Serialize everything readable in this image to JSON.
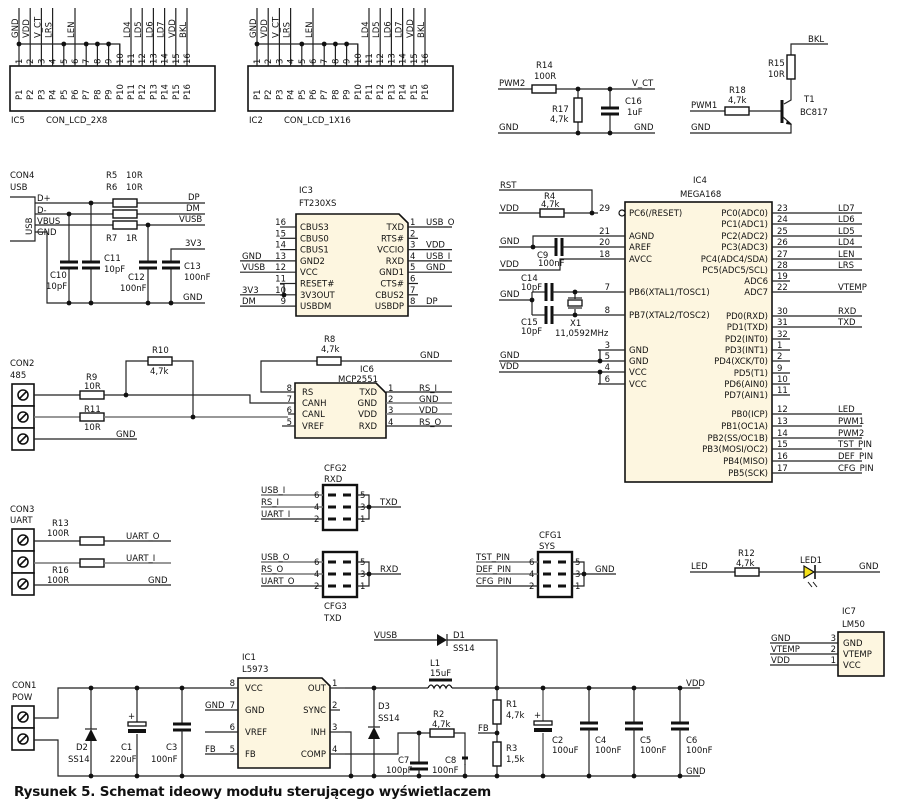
{
  "figure": {
    "caption": "Rysunek 5. Schemat ideowy modułu sterującego wyświetlaczem"
  },
  "ic5": {
    "ref": "IC5",
    "name": "CON_LCD_2X8",
    "nets": [
      "GND",
      "VDD",
      "V_CT",
      "LRS",
      "",
      "LEN",
      "",
      "",
      "",
      "",
      "LD4",
      "LD5",
      "LD6",
      "LD7",
      "VDD",
      "BKL"
    ],
    "pin_numbers": [
      "1",
      "2",
      "3",
      "4",
      "5",
      "6",
      "7",
      "8",
      "9",
      "10",
      "11",
      "12",
      "13",
      "14",
      "15",
      "16"
    ],
    "pin_names": [
      "P1",
      "P2",
      "P3",
      "P4",
      "P5",
      "P6",
      "P7",
      "P8",
      "P9",
      "P10",
      "P11",
      "P12",
      "P13",
      "P14",
      "P15",
      "P16"
    ]
  },
  "ic2": {
    "ref": "IC2",
    "name": "CON_LCD_1X16",
    "nets": [
      "GND",
      "VDD",
      "V_CT",
      "LRS",
      "",
      "LEN",
      "",
      "",
      "",
      "",
      "LD4",
      "LD5",
      "LD6",
      "LD7",
      "VDD",
      "BKL"
    ],
    "pin_numbers": [
      "1",
      "2",
      "3",
      "4",
      "5",
      "6",
      "7",
      "8",
      "9",
      "10",
      "11",
      "12",
      "13",
      "14",
      "15",
      "16"
    ],
    "pin_names": [
      "P1",
      "P2",
      "P3",
      "P4",
      "P5",
      "P6",
      "P7",
      "P8",
      "P9",
      "P10",
      "P11",
      "P12",
      "P13",
      "P14",
      "P15",
      "P16"
    ]
  },
  "contrast": {
    "r14": {
      "ref": "R14",
      "value": "100R"
    },
    "r17": {
      "ref": "R17",
      "value": "4,7k"
    },
    "c16": {
      "ref": "C16",
      "value": "1uF"
    },
    "net_in": "PWM2",
    "net_out": "V_CT",
    "gnd_left": "GND",
    "gnd_right": "GND"
  },
  "backlight": {
    "r15": {
      "ref": "R15",
      "value": "10R"
    },
    "r18": {
      "ref": "R18",
      "value": "4,7k"
    },
    "t1": {
      "ref": "T1",
      "value": "BC817"
    },
    "net_bkl": "BKL",
    "net_in": "PWM1",
    "gnd": "GND"
  },
  "usb": {
    "con4": {
      "ref": "CON4",
      "label": "USB",
      "body": "USB",
      "pins": [
        "D+",
        "D-",
        "VBUS",
        "GND"
      ]
    },
    "r5": {
      "ref": "R5",
      "value": "10R"
    },
    "r6": {
      "ref": "R6",
      "value": "10R"
    },
    "r7": {
      "ref": "R7",
      "value": "1R"
    },
    "c10": {
      "ref": "C10",
      "value": "10pF"
    },
    "c11": {
      "ref": "C11",
      "value": "10pF"
    },
    "c12": {
      "ref": "C12",
      "value": "100nF"
    },
    "c13": {
      "ref": "C13",
      "value": "100nF"
    },
    "nets": {
      "dp": "DP",
      "dm": "DM",
      "vusb": "VUSB",
      "v33": "3V3",
      "gnd": "GND"
    }
  },
  "ic3": {
    "ref": "IC3",
    "name": "FT230XS",
    "left_pins": [
      {
        "num": "16",
        "name": "CBUS3",
        "net": ""
      },
      {
        "num": "15",
        "name": "CBUS0",
        "net": ""
      },
      {
        "num": "14",
        "name": "CBUS1",
        "net": ""
      },
      {
        "num": "13",
        "name": "GND2",
        "net": "GND"
      },
      {
        "num": "12",
        "name": "VCC",
        "net": "VUSB"
      },
      {
        "num": "11",
        "name": "RESET#",
        "net": ""
      },
      {
        "num": "10",
        "name": "3V3OUT",
        "net": "3V3"
      },
      {
        "num": "9",
        "name": "USBDM",
        "net": "DM"
      }
    ],
    "right_pins": [
      {
        "num": "1",
        "name": "TXD",
        "net": "USB_O"
      },
      {
        "num": "2",
        "name": "RTS#",
        "net": ""
      },
      {
        "num": "3",
        "name": "VCCIO",
        "net": "VDD"
      },
      {
        "num": "4",
        "name": "RXD",
        "net": "USB_I"
      },
      {
        "num": "5",
        "name": "GND1",
        "net": "GND"
      },
      {
        "num": "6",
        "name": "CTS#",
        "net": ""
      },
      {
        "num": "7",
        "name": "CBUS2",
        "net": ""
      },
      {
        "num": "8",
        "name": "USBDP",
        "net": "DP"
      }
    ]
  },
  "ic4": {
    "ref": "IC4",
    "name": "MEGA168",
    "left_pins": [
      {
        "num": "29",
        "name": "PC6(/RESET)",
        "net": ""
      },
      {
        "num": "21",
        "name": "AGND",
        "net": ""
      },
      {
        "num": "20",
        "name": "AREF",
        "net": ""
      },
      {
        "num": "18",
        "name": "AVCC",
        "net": ""
      },
      {
        "num": "7",
        "name": "PB6(XTAL1/TOSC1)",
        "net": ""
      },
      {
        "num": "8",
        "name": "PB7(XTAL2/TOSC2)",
        "net": ""
      },
      {
        "num": "3",
        "name": "GND",
        "net": ""
      },
      {
        "num": "5",
        "name": "GND",
        "net": ""
      },
      {
        "num": "4",
        "name": "VCC",
        "net": ""
      },
      {
        "num": "6",
        "name": "VCC",
        "net": ""
      }
    ],
    "right_pins": [
      {
        "num": "23",
        "name": "PC0(ADC0)",
        "net": "LD7"
      },
      {
        "num": "24",
        "name": "PC1(ADC1)",
        "net": "LD6"
      },
      {
        "num": "25",
        "name": "PC2(ADC2)",
        "net": "LD5"
      },
      {
        "num": "26",
        "name": "PC3(ADC3)",
        "net": "LD4"
      },
      {
        "num": "27",
        "name": "PC4(ADC4/SDA)",
        "net": "LEN"
      },
      {
        "num": "28",
        "name": "PC5(ADC5/SCL)",
        "net": "LRS"
      },
      {
        "num": "19",
        "name": "ADC6",
        "net": ""
      },
      {
        "num": "22",
        "name": "ADC7",
        "net": "VTEMP"
      },
      {
        "num": "30",
        "name": "PD0(RXD)",
        "net": "RXD"
      },
      {
        "num": "31",
        "name": "PD1(TXD)",
        "net": "TXD"
      },
      {
        "num": "32",
        "name": "PD2(INT0)",
        "net": ""
      },
      {
        "num": "1",
        "name": "PD3(INT1)",
        "net": ""
      },
      {
        "num": "2",
        "name": "PD4(XCK/T0)",
        "net": ""
      },
      {
        "num": "9",
        "name": "PD5(T1)",
        "net": ""
      },
      {
        "num": "10",
        "name": "PD6(AIN0)",
        "net": ""
      },
      {
        "num": "11",
        "name": "PD7(AIN1)",
        "net": ""
      },
      {
        "num": "12",
        "name": "PB0(ICP)",
        "net": "LED"
      },
      {
        "num": "13",
        "name": "PB1(OC1A)",
        "net": "PWM1"
      },
      {
        "num": "14",
        "name": "PB2(SS/OC1B)",
        "net": "PWM2"
      },
      {
        "num": "15",
        "name": "PB3(MOSI/OC2)",
        "net": "TST_PIN"
      },
      {
        "num": "16",
        "name": "PB4(MISO)",
        "net": "DEF_PIN"
      },
      {
        "num": "17",
        "name": "PB5(SCK)",
        "net": "CFG_PIN"
      }
    ],
    "aux": {
      "rst": "RST",
      "vdd": "VDD",
      "gnd": "GND",
      "r4": {
        "ref": "R4",
        "value": "4,7k"
      },
      "c9": {
        "ref": "C9",
        "value": "100nF"
      },
      "c14": {
        "ref": "C14",
        "value": "10pF"
      },
      "c15": {
        "ref": "C15",
        "value": "10pF"
      },
      "x1": {
        "ref": "X1",
        "value": "11,0592MHz"
      }
    }
  },
  "rs485": {
    "con2": {
      "ref": "CON2",
      "label": "485"
    },
    "r9": {
      "ref": "R9",
      "value": "10R"
    },
    "r10": {
      "ref": "R10",
      "value": "4,7k"
    },
    "r11": {
      "ref": "R11",
      "value": "10R"
    },
    "r8": {
      "ref": "R8",
      "value": "4,7k"
    },
    "gnd": "GND"
  },
  "ic6": {
    "ref": "IC6",
    "name": "MCP2551",
    "left_pins": [
      {
        "num": "8",
        "name": "RS"
      },
      {
        "num": "7",
        "name": "CANH"
      },
      {
        "num": "6",
        "name": "CANL"
      },
      {
        "num": "5",
        "name": "VREF"
      }
    ],
    "right_pins": [
      {
        "num": "1",
        "name": "TXD",
        "net": "RS_I"
      },
      {
        "num": "2",
        "name": "GND",
        "net": "GND"
      },
      {
        "num": "3",
        "name": "VDD",
        "net": "VDD"
      },
      {
        "num": "4",
        "name": "RXD",
        "net": "RS_O"
      }
    ]
  },
  "uart": {
    "con3": {
      "ref": "CON3",
      "label": "UART"
    },
    "r13": {
      "ref": "R13",
      "value": "100R"
    },
    "r16": {
      "ref": "R16",
      "value": "100R"
    },
    "nets": [
      "UART_O",
      "UART_I",
      "GND"
    ]
  },
  "cfg2": {
    "ref": "CFG2",
    "name": "RXD",
    "left": [
      {
        "net": "USB_I",
        "num": "6"
      },
      {
        "net": "RS_I",
        "num": "4"
      },
      {
        "net": "UART_I",
        "num": "2"
      }
    ],
    "right": [
      "5",
      "3",
      "1"
    ],
    "out": "TXD"
  },
  "cfg3": {
    "ref": "CFG3",
    "name": "TXD",
    "left": [
      {
        "net": "USB_O",
        "num": "6"
      },
      {
        "net": "RS_O",
        "num": "4"
      },
      {
        "net": "UART_O",
        "num": "2"
      }
    ],
    "right": [
      "5",
      "3",
      "1"
    ],
    "out": "RXD"
  },
  "cfg1": {
    "ref": "CFG1",
    "name": "SYS",
    "left": [
      {
        "net": "TST_PIN",
        "num": "6"
      },
      {
        "net": "DEF_PIN",
        "num": "4"
      },
      {
        "net": "CFG_PIN",
        "num": "2"
      }
    ],
    "right": [
      "5",
      "3",
      "1"
    ],
    "out": "GND"
  },
  "led": {
    "net_in": "LED",
    "gnd": "GND",
    "r12": {
      "ref": "R12",
      "value": "4,7k"
    },
    "led1": {
      "ref": "LED1"
    },
    "color": "#f5e11a"
  },
  "ic7": {
    "ref": "IC7",
    "name": "LM50",
    "pins": [
      {
        "num": "3",
        "name": "GND",
        "net": "GND"
      },
      {
        "num": "2",
        "name": "VTEMP",
        "net": "VTEMP"
      },
      {
        "num": "1",
        "name": "VCC",
        "net": "VDD"
      }
    ]
  },
  "power": {
    "con1": {
      "ref": "CON1",
      "label": "POW"
    },
    "d2": {
      "ref": "D2",
      "value": "SS14"
    },
    "c1": {
      "ref": "C1",
      "value": "220uF"
    },
    "c3": {
      "ref": "C3",
      "value": "100nF"
    },
    "d1": {
      "ref": "D1",
      "value": "SS14"
    },
    "d3": {
      "ref": "D3",
      "value": "SS14"
    },
    "l1": {
      "ref": "L1",
      "value": "15uF"
    },
    "r1": {
      "ref": "R1",
      "value": "4,7k"
    },
    "r2": {
      "ref": "R2",
      "value": "4,7k"
    },
    "r3": {
      "ref": "R3",
      "value": "1,5k"
    },
    "c7": {
      "ref": "C7",
      "value": "100pF"
    },
    "c8": {
      "ref": "C8",
      "value": "100nF"
    },
    "c2": {
      "ref": "C2",
      "value": "100uF"
    },
    "c4": {
      "ref": "C4",
      "value": "100nF"
    },
    "c5": {
      "ref": "C5",
      "value": "100nF"
    },
    "c6": {
      "ref": "C6",
      "value": "100nF"
    },
    "nets": {
      "vusb": "VUSB",
      "vdd": "VDD",
      "gnd": "GND",
      "fb": "FB",
      "gnd_in": "GND",
      "fb_in": "FB"
    }
  },
  "ic1": {
    "ref": "IC1",
    "name": "L5973",
    "left_pins": [
      {
        "num": "8",
        "name": "VCC"
      },
      {
        "num": "7",
        "name": "GND"
      },
      {
        "num": "6",
        "name": "VREF"
      },
      {
        "num": "5",
        "name": "FB"
      }
    ],
    "right_pins": [
      {
        "num": "1",
        "name": "OUT"
      },
      {
        "num": "2",
        "name": "SYNC"
      },
      {
        "num": "3",
        "name": "INH"
      },
      {
        "num": "4",
        "name": "COMP"
      }
    ]
  }
}
